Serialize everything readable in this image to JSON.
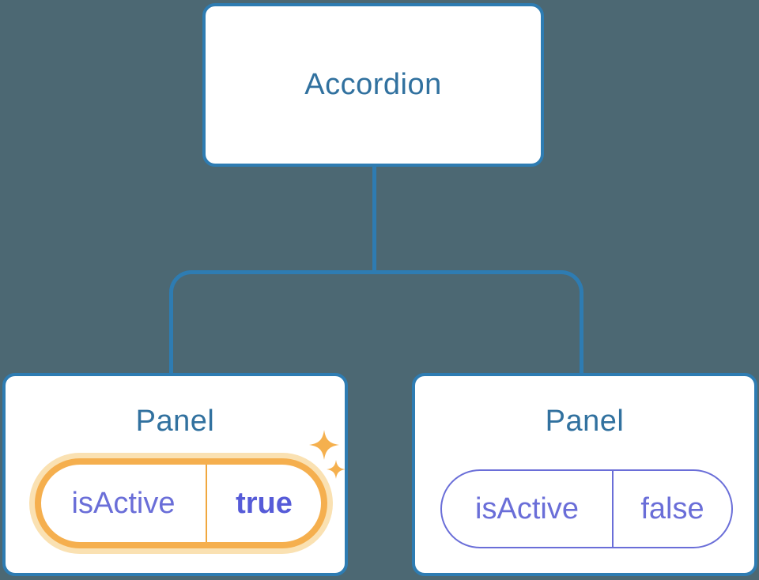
{
  "diagram": {
    "root": {
      "label": "Accordion"
    },
    "panels": [
      {
        "label": "Panel",
        "state_key": "isActive",
        "state_value": "true",
        "active": true,
        "highlight_note": "state pill highlighted with sparkles"
      },
      {
        "label": "Panel",
        "state_key": "isActive",
        "state_value": "false",
        "active": false
      }
    ]
  },
  "icons": [
    {
      "name": "sparkle-large-icon",
      "glyph": "✦"
    },
    {
      "name": "sparkle-small-icon",
      "glyph": "✦"
    }
  ],
  "colors": {
    "background": "#4C6873",
    "connector_blue": "#2E7CB2",
    "title_blue": "#31719F",
    "state_purple": "#6A6ED8",
    "state_purple_bold": "#565BD8",
    "highlight_orange": "#F5AF4E",
    "highlight_halo": "#FAE1B2",
    "node_white": "#FFFFFF"
  }
}
